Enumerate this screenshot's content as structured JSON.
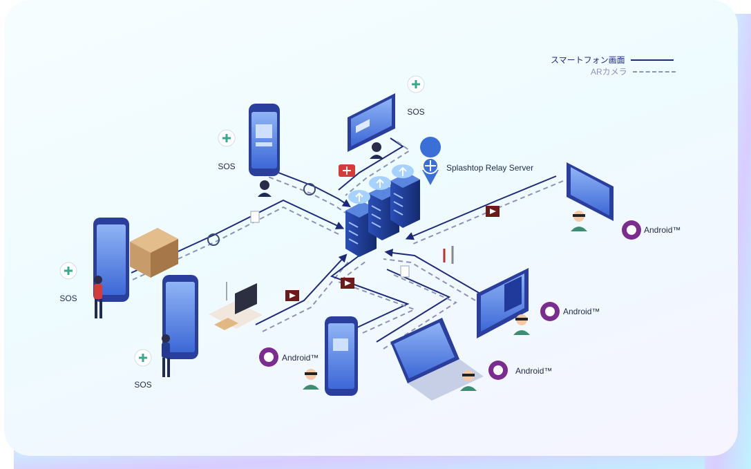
{
  "legend": {
    "solid_label": "スマートフォン画面",
    "dashed_label": "ARカメラ"
  },
  "labels": {
    "relay_server": "Splashtop Relay Server",
    "sos": "SOS",
    "android": "Android™"
  },
  "colors": {
    "line_primary": "#1d2a7a",
    "line_dashed": "#8a93b8",
    "accent_blue": "#3b6fd8",
    "android_purple": "#7a2d8f",
    "sos_green": "#3aa88a"
  }
}
